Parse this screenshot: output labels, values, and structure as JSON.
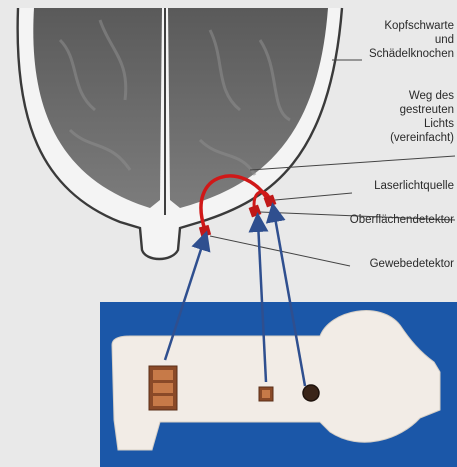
{
  "labels": {
    "scalp_line1": "Kopfschwarte",
    "scalp_line2": "und",
    "scalp_line3": "Schädelknochen",
    "path_line1": "Weg des",
    "path_line2": "gestreuten",
    "path_line3": "Lichts",
    "path_line4": "(vereinfacht)",
    "laser": "Laserlichtquelle",
    "surface_detector": "Oberflächendetektor",
    "tissue_detector": "Gewebedetektor"
  },
  "colors": {
    "page_background": "#e9e9e9",
    "brain": "#6f6f6f",
    "skull_outline": "#3a3a3a",
    "light_path": "#d01818",
    "arrows": "#2f4f8f",
    "sensor_background": "#1b57a8",
    "sensor_pad": "#f2ece6",
    "detector_element": "#8a4a28"
  }
}
